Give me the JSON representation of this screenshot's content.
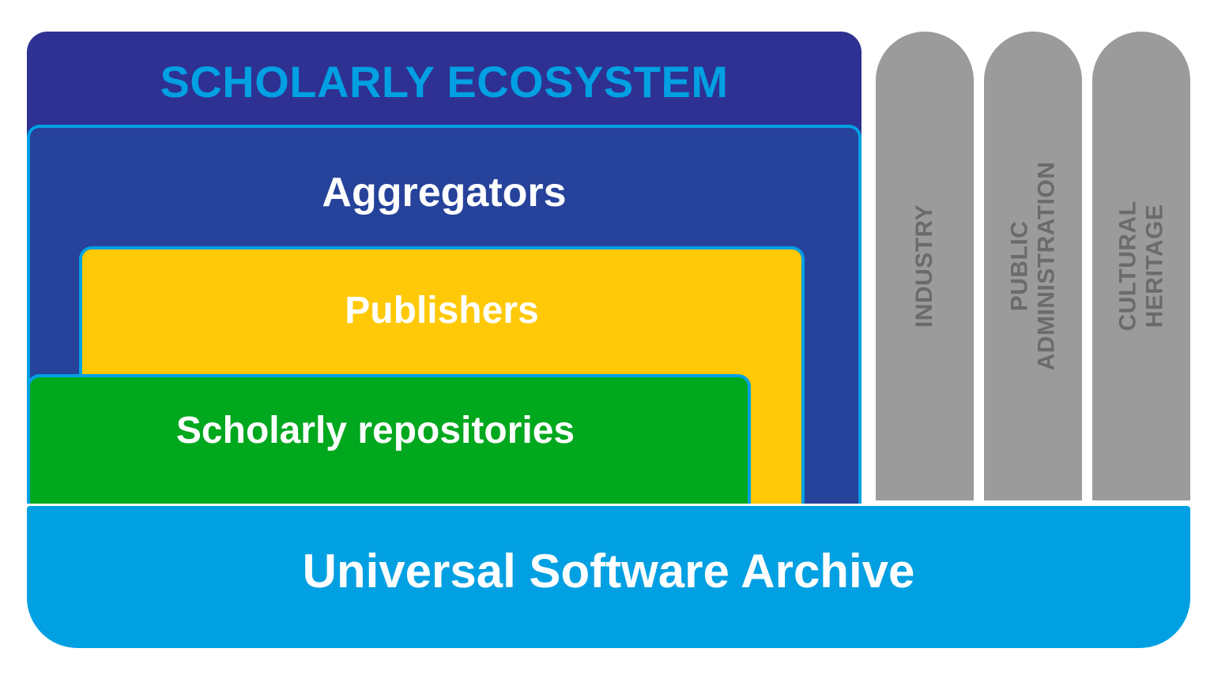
{
  "diagram": {
    "title": "SCHOLARLY ECOSYSTEM",
    "layers": [
      {
        "label": "Aggregators",
        "color": "#26429A"
      },
      {
        "label": "Publishers",
        "color": "#FFC907"
      },
      {
        "label": "Scholarly repositories",
        "color": "#00A81E"
      }
    ],
    "pillars": [
      {
        "line1": "INDUSTRY",
        "line2": ""
      },
      {
        "line1": "PUBLIC",
        "line2": "ADMINISTRATION"
      },
      {
        "line1": "CULTURAL",
        "line2": "HERITAGE"
      }
    ],
    "foundation": {
      "label": "Universal Software Archive",
      "color": "#00A0E3"
    },
    "colors": {
      "outer_navy": "#2E3192",
      "title_cyan": "#00A0E3",
      "border_cyan": "#00A0E3",
      "aggregators_blue": "#26429A",
      "publishers_yellow": "#FFC907",
      "repositories_green": "#00A81E",
      "pillar_gray": "#9B9B9B",
      "pillar_text_gray": "#6B6B6B",
      "foundation_blue": "#00A0E3",
      "background": "#FFFFFF"
    }
  }
}
